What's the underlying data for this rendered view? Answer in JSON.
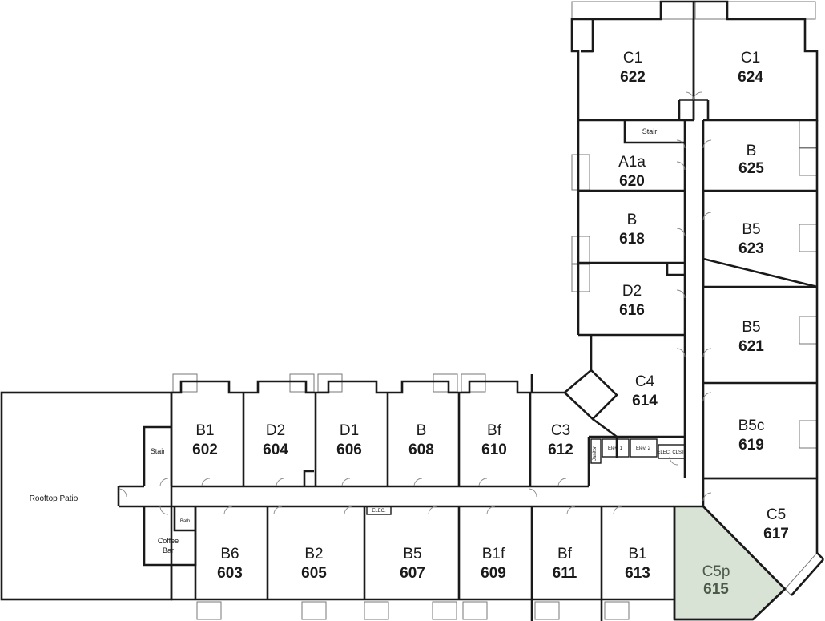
{
  "highlight_color": "#d8e2d5",
  "rooms": [
    {
      "id": "r622",
      "type": "C1",
      "number": "622"
    },
    {
      "id": "r624",
      "type": "C1",
      "number": "624"
    },
    {
      "id": "r620",
      "type": "A1a",
      "number": "620"
    },
    {
      "id": "r625",
      "type": "B",
      "number": "625"
    },
    {
      "id": "r618",
      "type": "B",
      "number": "618"
    },
    {
      "id": "r623",
      "type": "B5",
      "number": "623"
    },
    {
      "id": "r616",
      "type": "D2",
      "number": "616"
    },
    {
      "id": "r621",
      "type": "B5",
      "number": "621"
    },
    {
      "id": "r614",
      "type": "C4",
      "number": "614"
    },
    {
      "id": "r619",
      "type": "B5c",
      "number": "619"
    },
    {
      "id": "r617",
      "type": "C5",
      "number": "617"
    },
    {
      "id": "r615",
      "type": "C5p",
      "number": "615",
      "highlighted": true
    },
    {
      "id": "r602",
      "type": "B1",
      "number": "602"
    },
    {
      "id": "r604",
      "type": "D2",
      "number": "604"
    },
    {
      "id": "r606",
      "type": "D1",
      "number": "606"
    },
    {
      "id": "r608",
      "type": "B",
      "number": "608"
    },
    {
      "id": "r610",
      "type": "Bf",
      "number": "610"
    },
    {
      "id": "r612",
      "type": "C3",
      "number": "612"
    },
    {
      "id": "r603",
      "type": "B6",
      "number": "603"
    },
    {
      "id": "r605",
      "type": "B2",
      "number": "605"
    },
    {
      "id": "r607",
      "type": "B5",
      "number": "607"
    },
    {
      "id": "r609",
      "type": "B1f",
      "number": "609"
    },
    {
      "id": "r611",
      "type": "Bf",
      "number": "611"
    },
    {
      "id": "r613",
      "type": "B1",
      "number": "613"
    }
  ],
  "labels": {
    "rooftop_patio": "Rooftop Patio",
    "stair_west": "Stair",
    "stair_north": "Stair",
    "coffee_bar_1": "Coffee",
    "coffee_bar_2": "Bar",
    "bath": "Bath",
    "elec_corridor": "ELEC.",
    "elev1": "Elev. 1",
    "elev2": "Elev. 2",
    "elec_clst": "ELEC. CLST.",
    "janitor": "Janitor"
  }
}
